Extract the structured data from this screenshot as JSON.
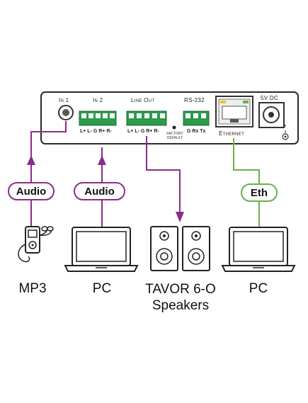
{
  "panel": {
    "in1": "In 1",
    "in2": "In 2",
    "line_out": "Line Out",
    "rs232": "RS-232",
    "dc": "5V DC",
    "ethernet": "Ethernet",
    "in2_pins": "L+ L-  G R+ R-",
    "line_out_pins": "L+ L-  G R+ R-",
    "rs232_pins": "G Rx Tx",
    "factory_default": "FACTORY\nDEFAULT",
    "plus_sign": "+"
  },
  "connections": {
    "audio_mp3": "Audio",
    "audio_pc": "Audio",
    "eth": "Eth"
  },
  "devices": {
    "mp3": "MP3",
    "pc_left": "PC",
    "speakers": "TAVOR 6-O\nSpeakers",
    "pc_right": "PC"
  },
  "colors": {
    "audio_line": "#8b2d87",
    "eth_line": "#6ab04c",
    "terminal_green": "#2e9a4b",
    "panel_outline": "#2a2a2a"
  }
}
